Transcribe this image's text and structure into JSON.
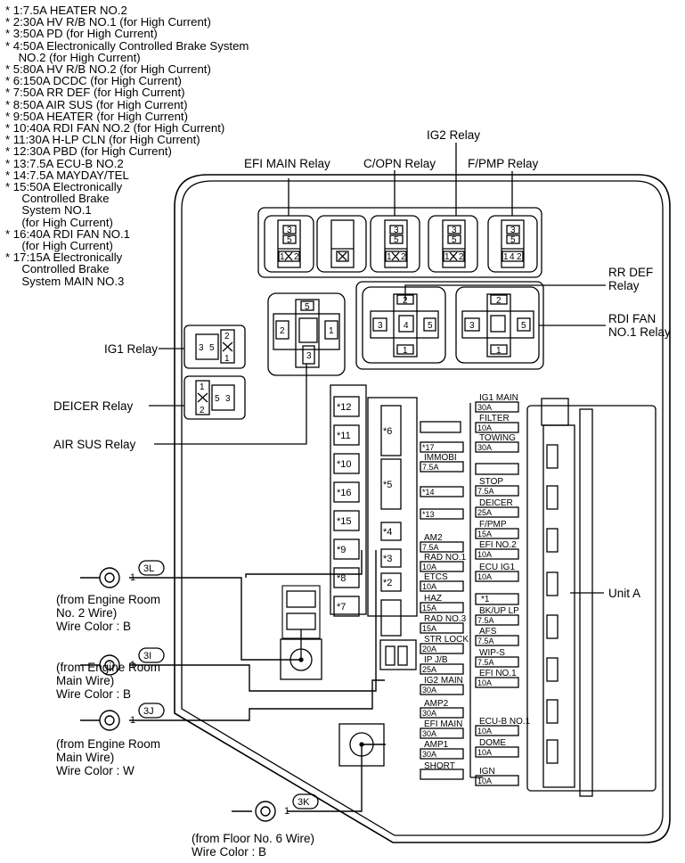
{
  "legend": [
    "* 1:7.5A HEATER NO.2",
    "* 2:30A HV R/B NO.1 (for High Current)",
    "* 3:50A PD (for High Current)",
    "* 4:50A Electronically Controlled Brake System",
    "    NO.2 (for High Current)",
    "* 5:80A HV R/B NO.2 (for High Current)",
    "* 6:150A DCDC (for High Current)",
    "* 7:50A RR DEF (for High Current)",
    "* 8:50A AIR SUS (for High Current)",
    "* 9:50A HEATER (for High Current)",
    "* 10:40A RDI FAN NO.2 (for High Current)",
    "* 11:30A H-LP CLN (for High Current)",
    "* 12:30A PBD (for High Current)",
    "* 13:7.5A ECU-B NO.2",
    "* 14:7.5A MAYDAY/TEL",
    "* 15:50A Electronically",
    "     Controlled Brake",
    "     System NO.1",
    "     (for High Current)",
    "* 16:40A RDI FAN NO.1",
    "     (for High Current)",
    "* 17:15A Electronically",
    "     Controlled Brake",
    "     System MAIN NO.3"
  ],
  "relays": {
    "ig2": "IG2 Relay",
    "efi_main": "EFI MAIN Relay",
    "c_opn": "C/OPN Relay",
    "f_pmp": "F/PMP Relay",
    "rr_def": "RR DEF\nRelay",
    "rdi_fan": "RDI FAN\nNO.1 Relay",
    "ig1": "IG1 Relay",
    "deicer": "DEICER Relay",
    "air_sus": "AIR SUS Relay",
    "unit_a": "Unit A"
  },
  "pins": {
    "p1": "1",
    "p2": "2",
    "p3": "3",
    "p4": "4",
    "p5": "5"
  },
  "wires": [
    {
      "tag": "3L",
      "pin": "1",
      "text": "(from Engine Room\nNo. 2 Wire)\nWire Color : B"
    },
    {
      "tag": "3I",
      "pin": "1",
      "text": "(from Engine Room\nMain Wire)\nWire Color : B"
    },
    {
      "tag": "3J",
      "pin": "1",
      "text": "(from Engine Room\nMain Wire)\nWire Color : W"
    },
    {
      "tag": "3K",
      "pin": "1",
      "text": "(from Floor No. 6 Wire)\nWire Color : B"
    }
  ],
  "big_fuses": [
    "*12",
    "*11",
    "*10",
    "*16",
    "*15",
    "*9",
    "*8",
    "*7"
  ],
  "mid_fuses": [
    "*6",
    "*5",
    "*4",
    "*3",
    "*2"
  ],
  "fuses": {
    "ig1_main": "IG1 MAIN",
    "filter": "FILTER",
    "towing": "TOWING",
    "immobi": "IMMOBI",
    "stop": "STOP",
    "deicer": "DEICER",
    "f_pmp": "F/PMP",
    "am2": "AM2",
    "efi_no2": "EFI NO.2",
    "rad_no1": "RAD NO.1",
    "ecu_ig1": "ECU IG1",
    "etcs": "ETCS",
    "haz": "HAZ",
    "bk_up_lp": "BK/UP LP",
    "rad_no3": "RAD NO.3",
    "afs": "AFS",
    "str_lock": "STR LOCK",
    "wip_s": "WIP-S",
    "ip_jb": "IP J/B",
    "efi_no1": "EFI NO.1",
    "ig2_main": "IG2 MAIN",
    "amp2": "AMP2",
    "ecu_b_no1": "ECU-B NO.1",
    "efi_main": "EFI MAIN",
    "dome": "DOME",
    "amp1": "AMP1",
    "short": "SHORT",
    "ign": "IGN",
    "a30": "30A",
    "a10": "10A",
    "a75": "7.5A",
    "a25": "25A",
    "a15": "15A",
    "a20": "20A",
    "s17": "*17",
    "s14": "*14",
    "s13": "*13",
    "s1": "*1"
  }
}
